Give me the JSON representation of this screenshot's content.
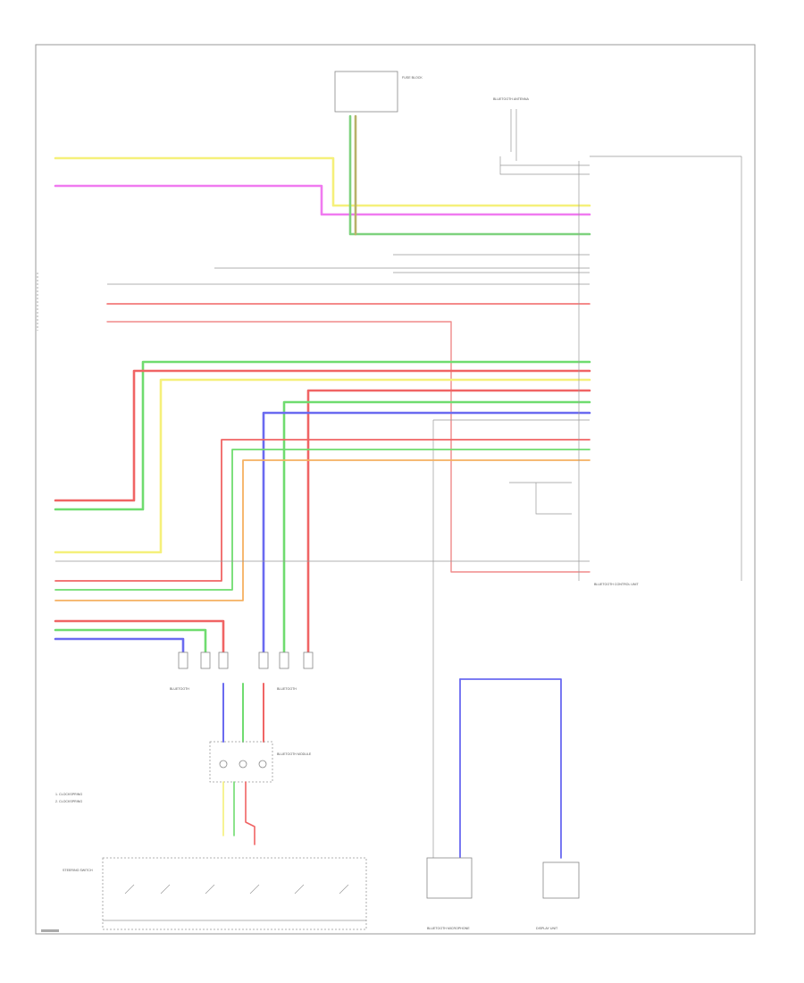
{
  "labels": {
    "fuse_block": "FUSE BLOCK",
    "bluetooth_antenna": "BLUETOOTH ANTENNA",
    "display_unit": "DISPLAY UNIT",
    "bluetooth_1": "BLUETOOTH",
    "bluetooth_2": "BLUETOOTH",
    "steering_switch": "STEERING SWITCH",
    "microphone": "BLUETOOTH MICROPHONE",
    "bluetooth_control_unit": "BLUETOOTH CONTROL UNIT",
    "mute_module": "BLUETOOTH MODULE",
    "legend_1": "1. CLOCKSPRING",
    "legend_2": "2. CLOCKSPRING"
  },
  "wire_colors": {
    "yellow": "#f5f07a",
    "magenta": "#f07af0",
    "red": "#f06464",
    "green": "#6fdc6f",
    "blue": "#6a6af0",
    "orange": "#f5b060",
    "olive": "#b7b26a",
    "gray": "#9a9a9a"
  }
}
